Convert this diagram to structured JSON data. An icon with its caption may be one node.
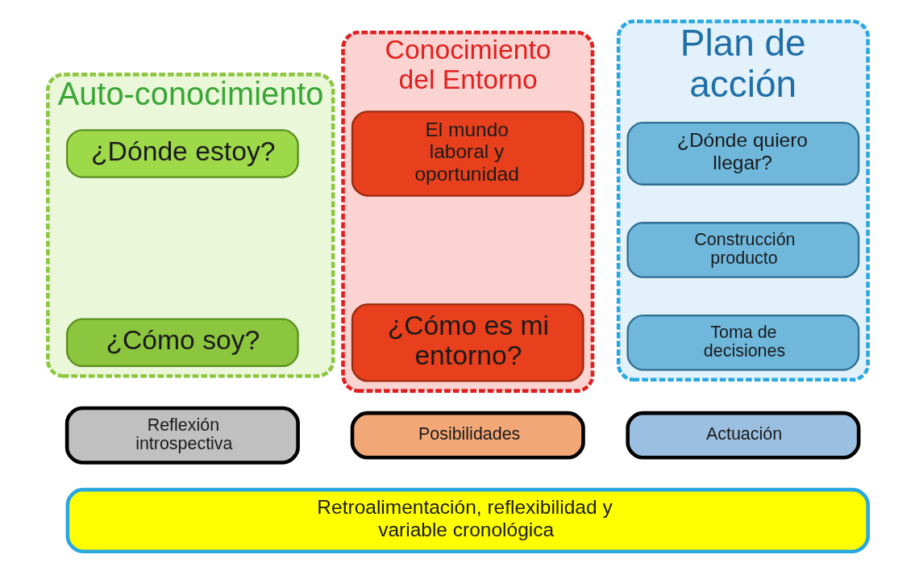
{
  "diagram": {
    "nodes": [
      {
        "text": [
          "Auto-conocimiento"
        ]
      },
      {
        "text": [
          "¿Dónde estoy?"
        ],
        "in": 0
      },
      {
        "text": [
          "¿Cómo soy?"
        ],
        "in": 0
      },
      {
        "text": [
          "Conocimiento del Entorno"
        ]
      },
      {
        "text": [
          "El mundo laboral y oportunidad"
        ],
        "in": 3
      },
      {
        "text": [
          "¿Cómo es mi entorno?"
        ],
        "in": 3
      },
      {
        "text": [
          "Plan de acción"
        ]
      },
      {
        "text": [
          "¿Dónde quiero llegar?"
        ],
        "in": 6
      },
      {
        "text": [
          "Construcción producto"
        ],
        "in": 6
      },
      {
        "text": [
          "Toma de decisiones"
        ],
        "in": 6
      },
      {
        "text": [
          "Reflexión introspectiva"
        ]
      },
      {
        "text": [
          "Posibilidades"
        ]
      },
      {
        "text": [
          "Actuación"
        ]
      },
      {
        "text": [
          "Retroalimentación, reflexibilidad y variable cronológica"
        ]
      }
    ],
    "edges": []
  }
}
